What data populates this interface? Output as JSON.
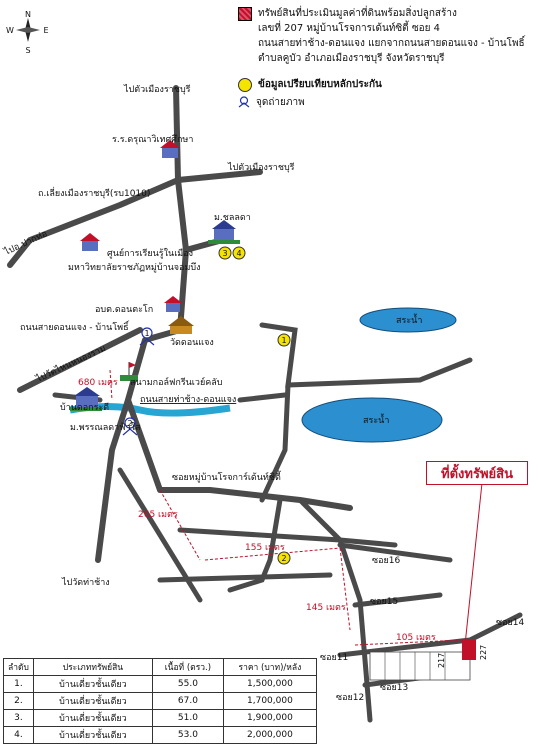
{
  "legend": {
    "property_desc": [
      "ทรัพย์สินที่ประเมินมูลค่าที่ดินพร้อมสิ่งปลูกสร้าง",
      "เลขที่ 207 หมู่บ้านโรจการเด้นท์ซิตี้ ซอย 4",
      "ถนนสายท่าช้าง-ดอนแจง แยกจากถนนสายดอนแจง - บ้านโพธิ์",
      "ตำบลคูบัว อำเภอเมืองราชบุรี จังหวัดราชบุรี"
    ],
    "comparable": "ข้อมูลเปรียบเทียบหลักประกัน",
    "photo_point": "จุดถ่ายภาพ"
  },
  "compass": {
    "n": "N",
    "s": "S",
    "e": "E",
    "w": "W"
  },
  "labels": {
    "to_ratchaburi_1": "ไปตัวเมืองราชบุรี",
    "school": "ร.ร.ดรุณาวิเทศศึกษา",
    "to_ratchaburi_2": "ไปตัวเมืองราชบุรี",
    "bypass": "ถ.เลี่ยงเมืองราชบุรี(รบ1010)",
    "to_pakthor": "ไปอ.ปากท่อ",
    "center_1": "ศูนย์การเรียนรู้ในเมือง",
    "center_2": "มหาวิทยาลัยราชภัฏหมู่บ้านจอมบึง",
    "chonlada": "ม.ชลลดา",
    "obt": "อบต.ดอนตะโก",
    "donjaeng_road": "ถนนสายดอนแจง - บ้านโพธิ์",
    "wat": "วัดดอนแจง",
    "to_wat_nong": "ไปวัดไหนหนองราม",
    "dist_680": "680 เมตร",
    "golf": "สนามกอล์ฟกรีนเวย์คลับ",
    "ban_dongkrad": "บ้านดอกระดี",
    "thachang_road": "ถนนสายท่าช้าง-ดอนแจง",
    "pornnalada": "ม.พรรณลดาฟ้าใส",
    "village_soi": "ซอยหมู่บ้านโรจการ์เด้นท์ซิตี้",
    "dist_265": "265 เมตร",
    "dist_155": "155 เมตร",
    "to_wat_thachang": "ไปวัดท่าช้าง",
    "pond_1": "สระน้ำ",
    "pond_2": "สระน้ำ",
    "soi16": "ซอย16",
    "soi15": "ซอย15",
    "soi14": "ซอย14",
    "soi11": "ซอย11",
    "soi12": "ซอย12",
    "soi13": "ซอย13",
    "dist_145": "145 เมตร",
    "dist_105": "105 เมตร",
    "house_217": "217",
    "house_227": "227",
    "marker_1": "1",
    "marker_2": "2",
    "marker_3": "3",
    "marker_4": "4",
    "photo_1": "1",
    "photo_2": "2"
  },
  "property_label": "ที่ตั้งทรัพย์สิน",
  "table": {
    "headers": [
      "ลำดับ",
      "ประเภททรัพย์สิน",
      "เนื้อที่ (ตรว.)",
      "ราคา (บาท)/หลัง"
    ],
    "rows": [
      [
        "1.",
        "บ้านเดี่ยวชั้นเดียว",
        "55.0",
        "1,500,000"
      ],
      [
        "2.",
        "บ้านเดี่ยวชั้นเดียว",
        "67.0",
        "1,700,000"
      ],
      [
        "3.",
        "บ้านเดี่ยวชั้นเดียว",
        "51.0",
        "1,900,000"
      ],
      [
        "4.",
        "บ้านเดี่ยวชั้นเดียว",
        "53.0",
        "2,000,000"
      ]
    ]
  },
  "colors": {
    "road": "#4a4a4a",
    "pond": "#2b8fd0",
    "river": "#27a6d4",
    "marker": "#f4e400",
    "accent_red": "#c0102a"
  }
}
